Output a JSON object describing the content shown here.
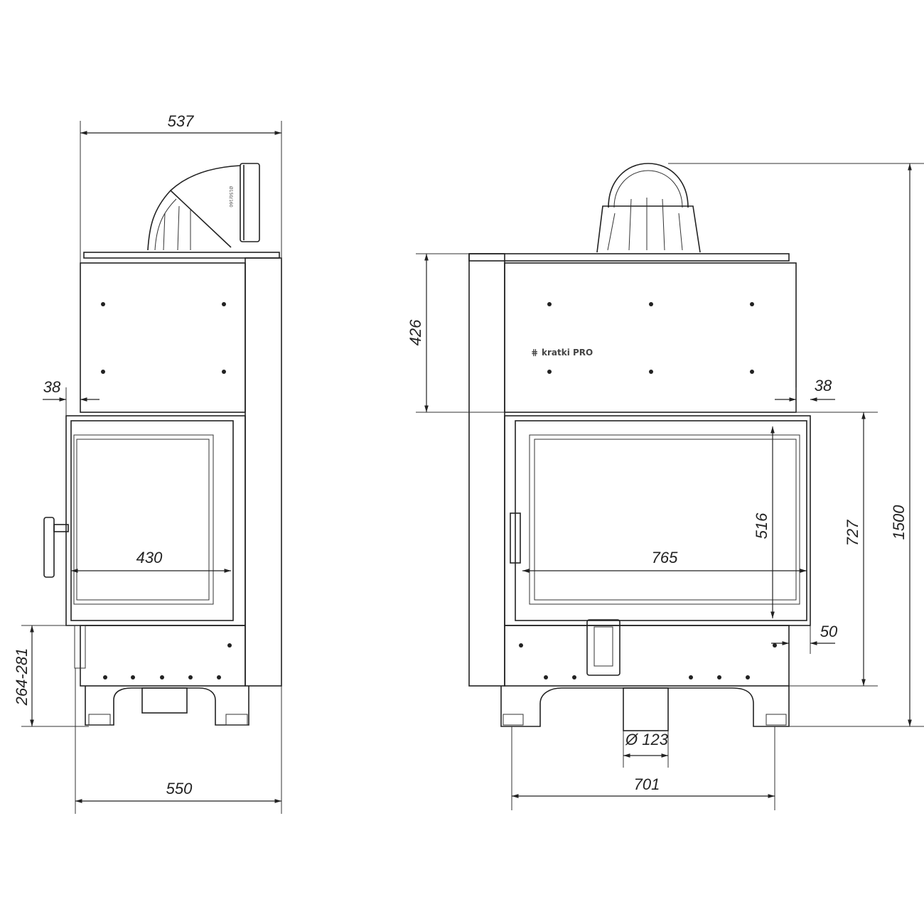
{
  "side_view": {
    "dimensions": {
      "top_width": "537",
      "frame_offset": "38",
      "glass_width": "430",
      "leg_height": "264-281",
      "base_width": "550"
    },
    "flue_marking": "Ø150/160"
  },
  "front_view": {
    "dimensions": {
      "upper_height": "426",
      "frame_offset": "38",
      "glass_height": "516",
      "door_height": "727",
      "total_height": "1500",
      "glass_width": "765",
      "bottom_offset": "50",
      "air_inlet": "Ø 123",
      "feet_width": "701"
    },
    "logo": "kratki PRO"
  },
  "colors": {
    "line": "#222222",
    "background": "#ffffff"
  }
}
